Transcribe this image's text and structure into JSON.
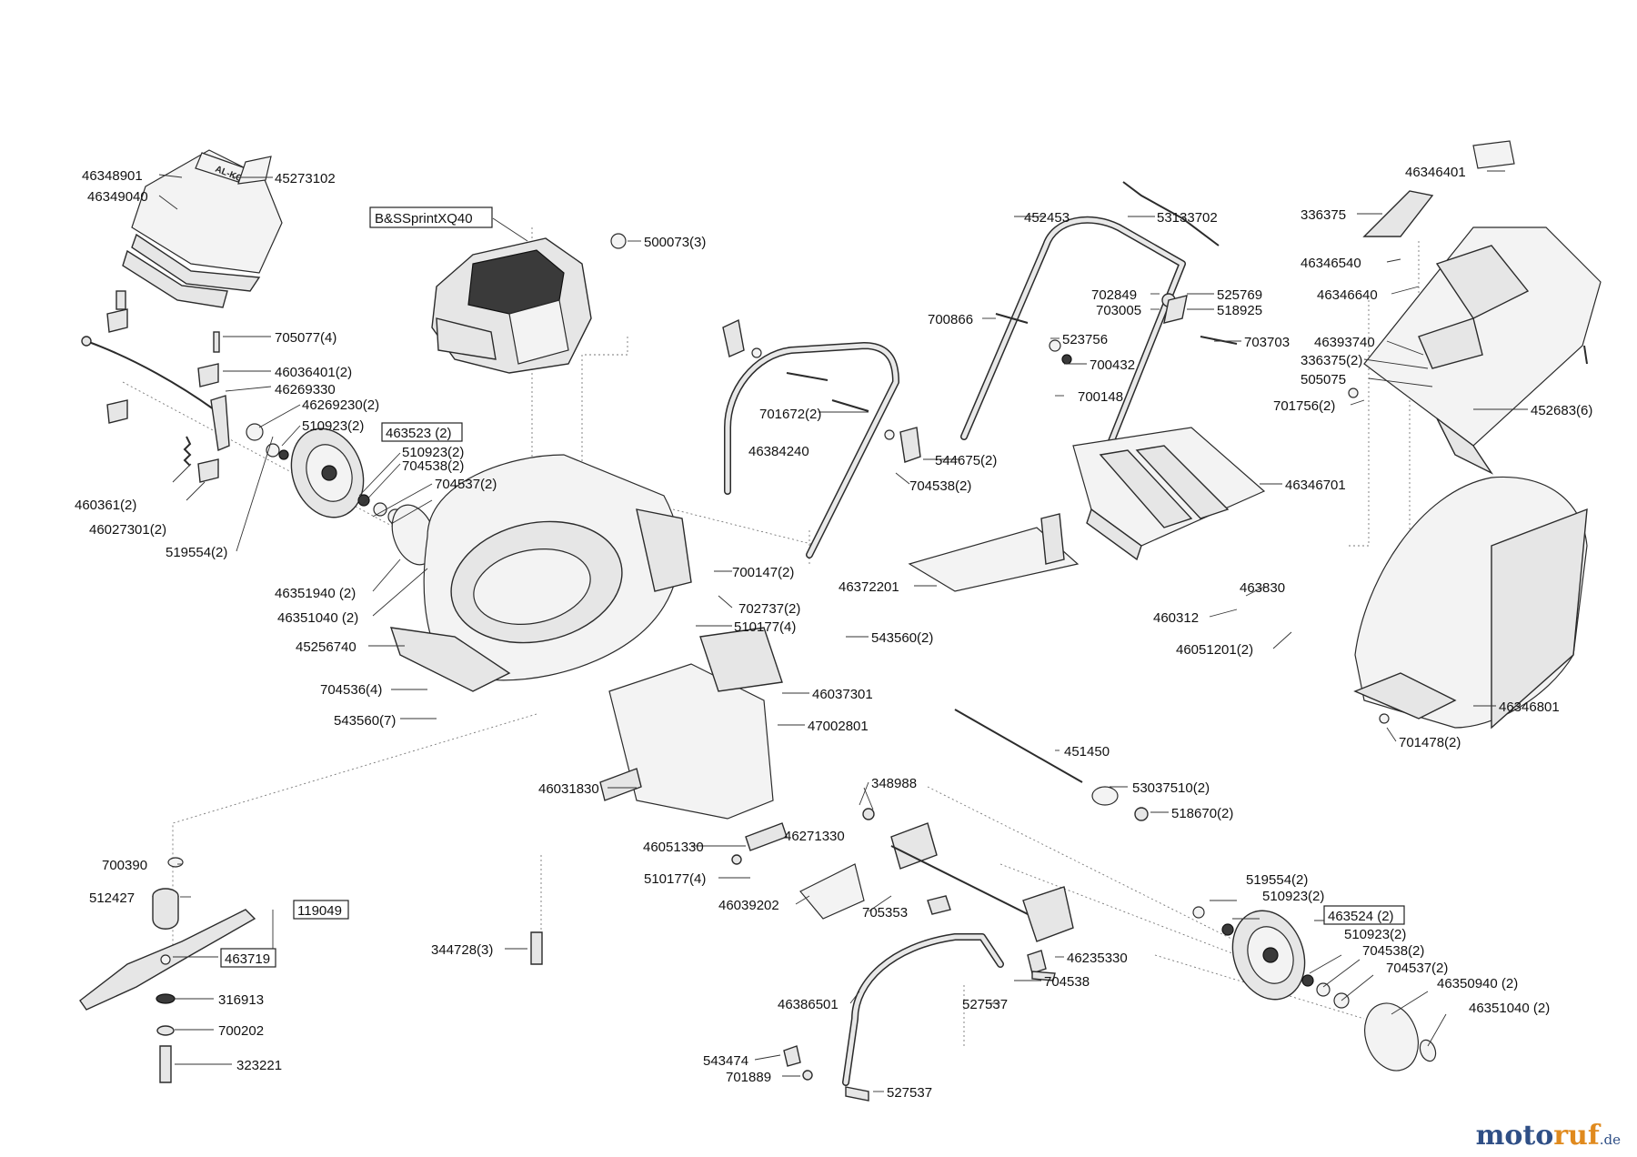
{
  "labels": [
    {
      "key": "l01",
      "text": "46348901"
    },
    {
      "key": "l02",
      "text": "45273102"
    },
    {
      "key": "l03",
      "text": "46349040"
    },
    {
      "key": "l04",
      "text": "B&SSprintXQ40"
    },
    {
      "key": "l05",
      "text": "500073(3)"
    },
    {
      "key": "l06",
      "text": "705077(4)"
    },
    {
      "key": "l07",
      "text": "46036401(2)"
    },
    {
      "key": "l08",
      "text": "46269330"
    },
    {
      "key": "l09",
      "text": "46269230(2)"
    },
    {
      "key": "l10",
      "text": "510923(2)"
    },
    {
      "key": "l11",
      "text": "463523 (2)"
    },
    {
      "key": "l12",
      "text": "510923(2)"
    },
    {
      "key": "l13",
      "text": "704538(2)"
    },
    {
      "key": "l14",
      "text": "704537(2)"
    },
    {
      "key": "l15",
      "text": "460361(2)"
    },
    {
      "key": "l16",
      "text": "46027301(2)"
    },
    {
      "key": "l17",
      "text": "519554(2)"
    },
    {
      "key": "l18",
      "text": "46351940 (2)"
    },
    {
      "key": "l19",
      "text": "46351040 (2)"
    },
    {
      "key": "l20",
      "text": "45256740"
    },
    {
      "key": "l21",
      "text": "704536(4)"
    },
    {
      "key": "l22",
      "text": "543560(7)"
    },
    {
      "key": "l23",
      "text": "701672(2)"
    },
    {
      "key": "l24",
      "text": "46384240"
    },
    {
      "key": "l25",
      "text": "544675(2)"
    },
    {
      "key": "l26",
      "text": "704538(2)"
    },
    {
      "key": "l27",
      "text": "700147(2)"
    },
    {
      "key": "l28",
      "text": "702737(2)"
    },
    {
      "key": "l29",
      "text": "510177(4)"
    },
    {
      "key": "l30",
      "text": "543560(2)"
    },
    {
      "key": "l31",
      "text": "46037301"
    },
    {
      "key": "l32",
      "text": "47002801"
    },
    {
      "key": "l33",
      "text": "46031830"
    },
    {
      "key": "l34",
      "text": "46051330"
    },
    {
      "key": "l35",
      "text": "510177(4)"
    },
    {
      "key": "l36",
      "text": "46271330"
    },
    {
      "key": "l37",
      "text": "348988"
    },
    {
      "key": "l38",
      "text": "46039202"
    },
    {
      "key": "l39",
      "text": "705353"
    },
    {
      "key": "l40",
      "text": "452453"
    },
    {
      "key": "l41",
      "text": "53133702"
    },
    {
      "key": "l42",
      "text": "702849"
    },
    {
      "key": "l43",
      "text": "525769"
    },
    {
      "key": "l44",
      "text": "703005"
    },
    {
      "key": "l45",
      "text": "518925"
    },
    {
      "key": "l46",
      "text": "700866"
    },
    {
      "key": "l47",
      "text": "523756"
    },
    {
      "key": "l48",
      "text": "703703"
    },
    {
      "key": "l49",
      "text": "700432"
    },
    {
      "key": "l50",
      "text": "700148"
    },
    {
      "key": "l51",
      "text": "46346701"
    },
    {
      "key": "l52",
      "text": "46372201"
    },
    {
      "key": "l53",
      "text": "463830"
    },
    {
      "key": "l54",
      "text": "460312"
    },
    {
      "key": "l55",
      "text": "46051201(2)"
    },
    {
      "key": "l56",
      "text": "451450"
    },
    {
      "key": "l57",
      "text": "53037510(2)"
    },
    {
      "key": "l58",
      "text": "518670(2)"
    },
    {
      "key": "l59",
      "text": "46346401"
    },
    {
      "key": "l60",
      "text": "336375"
    },
    {
      "key": "l61",
      "text": "46346540"
    },
    {
      "key": "l62",
      "text": "46346640"
    },
    {
      "key": "l63",
      "text": "46393740"
    },
    {
      "key": "l64",
      "text": "336375(2)"
    },
    {
      "key": "l65",
      "text": "505075"
    },
    {
      "key": "l66",
      "text": "701756(2)"
    },
    {
      "key": "l67",
      "text": "452683(6)"
    },
    {
      "key": "l68",
      "text": "46346801"
    },
    {
      "key": "l69",
      "text": "701478(2)"
    },
    {
      "key": "l70",
      "text": "700390"
    },
    {
      "key": "l71",
      "text": "512427"
    },
    {
      "key": "l72",
      "text": "119049"
    },
    {
      "key": "l73",
      "text": "463719"
    },
    {
      "key": "l74",
      "text": "316913"
    },
    {
      "key": "l75",
      "text": "700202"
    },
    {
      "key": "l76",
      "text": "323221"
    },
    {
      "key": "l77",
      "text": "344728(3)"
    },
    {
      "key": "l78",
      "text": "46235330"
    },
    {
      "key": "l79",
      "text": "704538"
    },
    {
      "key": "l80",
      "text": "527537"
    },
    {
      "key": "l81",
      "text": "46386501"
    },
    {
      "key": "l82",
      "text": "543474"
    },
    {
      "key": "l83",
      "text": "701889"
    },
    {
      "key": "l84",
      "text": "527537"
    },
    {
      "key": "l85",
      "text": "519554(2)"
    },
    {
      "key": "l86",
      "text": "510923(2)"
    },
    {
      "key": "l87",
      "text": "463524 (2)"
    },
    {
      "key": "l88",
      "text": "510923(2)"
    },
    {
      "key": "l89",
      "text": "704538(2)"
    },
    {
      "key": "l90",
      "text": "704537(2)"
    },
    {
      "key": "l91",
      "text": "46350940 (2)"
    },
    {
      "key": "l92",
      "text": "46351040 (2)"
    }
  ],
  "cover_logo_text": "AL-KO",
  "brand": {
    "part1": "moto",
    "part2": "ruf",
    "part3": ".de"
  }
}
